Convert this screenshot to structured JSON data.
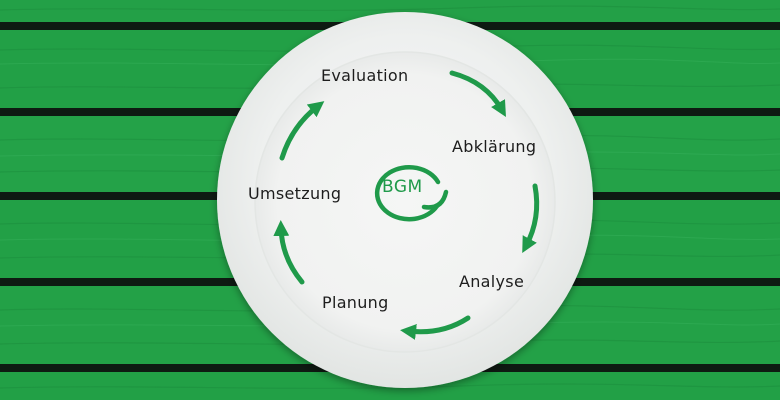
{
  "diagram": {
    "center_label": "BGM",
    "steps": [
      {
        "id": "evaluation",
        "label": "Evaluation"
      },
      {
        "id": "abklaerung",
        "label": "Abklärung"
      },
      {
        "id": "analyse",
        "label": "Analyse"
      },
      {
        "id": "planung",
        "label": "Planung"
      },
      {
        "id": "umsetzung",
        "label": "Umsetzung"
      }
    ]
  },
  "colors": {
    "accent": "#1f9a4a",
    "table": "#23a047",
    "table_dark": "#1b8a3b",
    "gap": "#0e1a12",
    "plate": "#f3f4f3",
    "text": "#1d1d1d"
  }
}
